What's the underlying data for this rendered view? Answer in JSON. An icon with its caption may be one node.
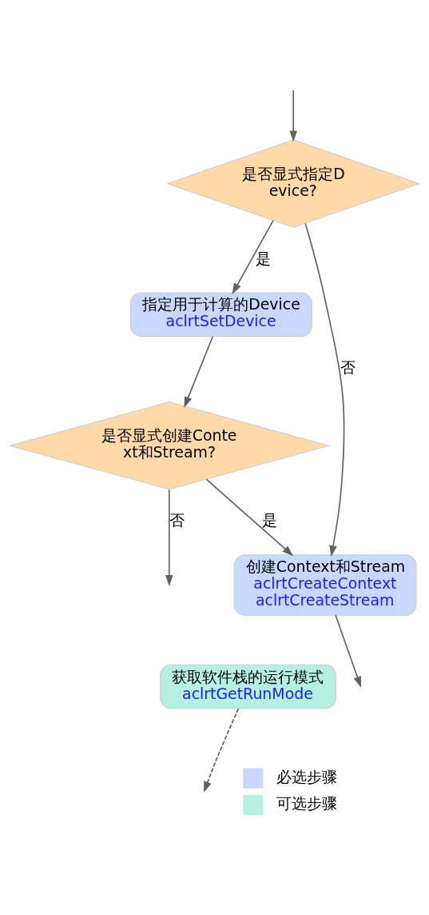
{
  "diagram": {
    "nodes": [
      {
        "text": [
          "是否显式指定Device?"
        ]
      },
      {
        "text": [
          "指定用于计算的Device",
          "aclrtSetDevice"
        ]
      },
      {
        "text": [
          "是否显式创建Context和Stream?"
        ]
      },
      {
        "text": [
          "创建Context和Stream",
          "aclrtCreateContext",
          "aclrtCreateStream"
        ]
      },
      {
        "text": [
          "获取软件栈的运行模式",
          "aclrtGetRunMode"
        ]
      }
    ],
    "edges": [
      {
        "from": null,
        "to": 0,
        "arrow": "to"
      },
      {
        "from": 0,
        "to": 1,
        "arrow": "to",
        "label": "是"
      },
      {
        "from": 0,
        "to": 3,
        "arrow": "to",
        "label": "否"
      },
      {
        "from": 1,
        "to": 2,
        "arrow": "to"
      },
      {
        "from": 2,
        "to": 3,
        "arrow": "to",
        "label": "是"
      },
      {
        "from": 2,
        "to": null,
        "arrow": "to",
        "label": "否"
      },
      {
        "from": 3,
        "to": null,
        "arrow": "to"
      },
      {
        "from": 4,
        "to": null,
        "arrow": "to",
        "style": "dashed"
      }
    ],
    "legend": [
      {
        "text": "必选步骤",
        "color": "#c9d8ff"
      },
      {
        "text": "可选步骤",
        "color": "#b5f0e0"
      }
    ]
  }
}
